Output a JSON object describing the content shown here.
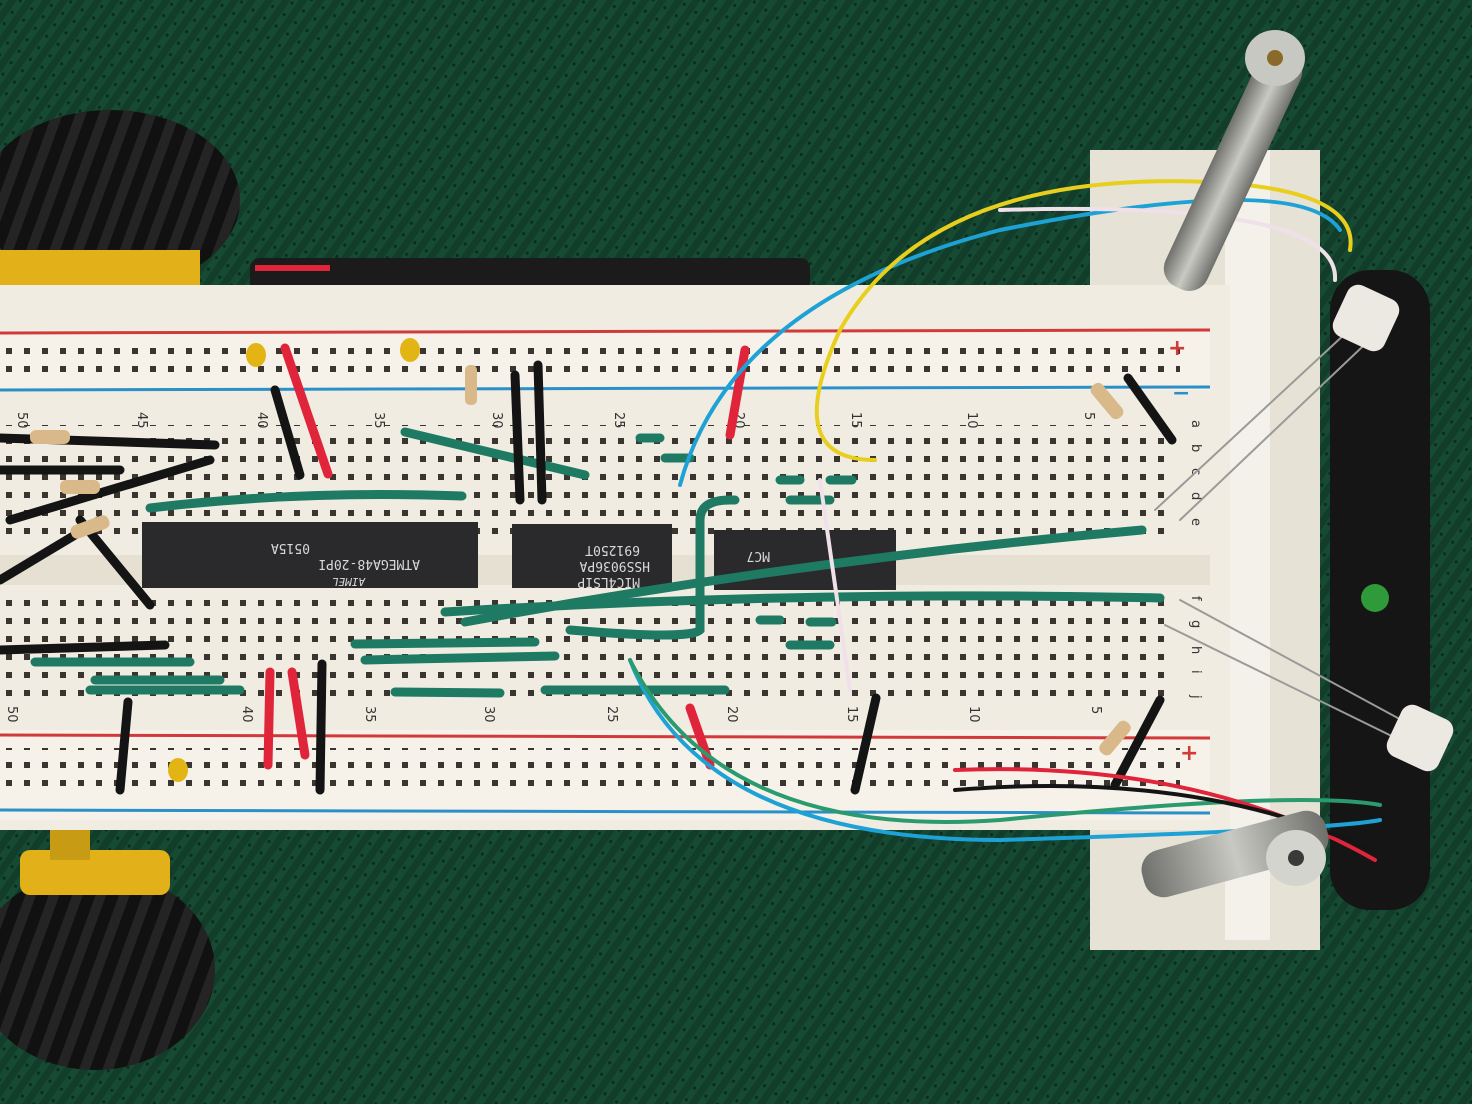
{
  "photo": {
    "subject": "robot-breadboard",
    "colors": {
      "carpet": "#123d2a",
      "board": "#f1ece1",
      "rail_red": "#d23a3a",
      "rail_blue": "#2b8fc8",
      "chip": "#2a2a2c",
      "wire_green": "#1f7a63",
      "wire_black": "#141414",
      "wire_red": "#e0243a",
      "wire_yellow": "#e8cf1e",
      "wire_blue": "#1ea2d6",
      "tire": "#111111",
      "hub_yellow": "#e2b11a",
      "standoff": "#9b9b97"
    }
  },
  "chips": {
    "mcu_line1": "ATMEGA48-20PI",
    "mcu_line2": "0515A",
    "mcu_brand": "AIMEL",
    "driver_line1": "691250T",
    "driver_line2": "HSS9036PA",
    "driver_line3": "MIC4LSIP",
    "third_line1": "MC7"
  },
  "top_row_numbers": [
    "50",
    "45",
    "40",
    "35",
    "30",
    "25",
    "20",
    "15",
    "10",
    "5"
  ],
  "bottom_row_numbers": [
    "50",
    "40",
    "35",
    "30",
    "25",
    "20",
    "15",
    "10",
    "5"
  ],
  "top_row_letters": [
    "a",
    "b",
    "c",
    "d",
    "e"
  ],
  "bottom_row_letters": [
    "f",
    "g",
    "h",
    "i",
    "j"
  ],
  "rail_signs": {
    "top_plus": "+",
    "top_minus": "−",
    "bottom_plus": "+"
  }
}
